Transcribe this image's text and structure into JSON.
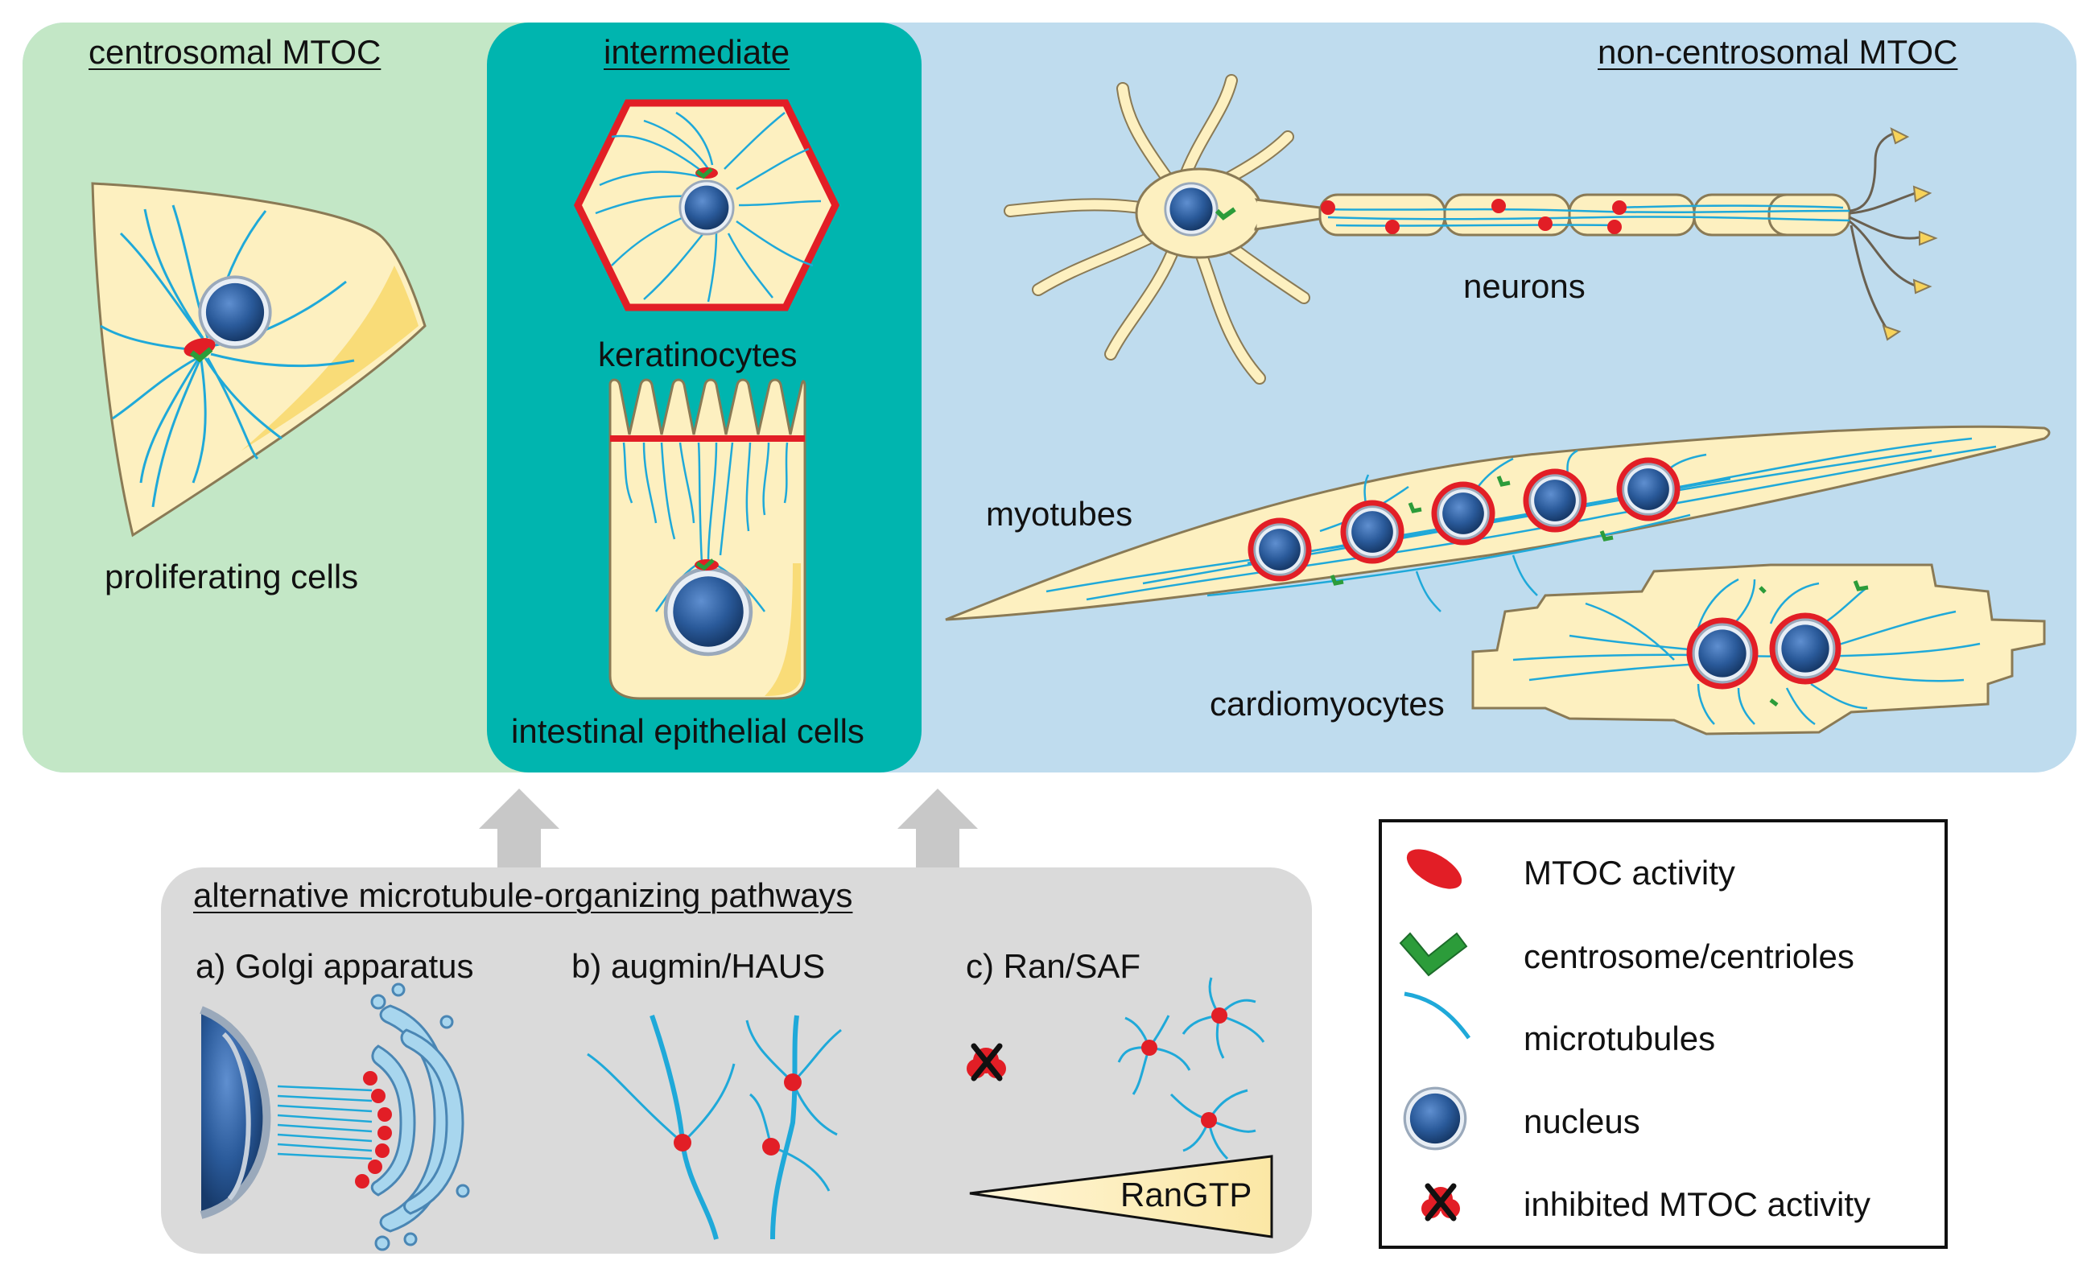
{
  "sections": {
    "centrosomal": {
      "title": "centrosomal MTOC",
      "cell_label": "proliferating cells"
    },
    "intermediate": {
      "title": "intermediate",
      "keratinocytes_label": "keratinocytes",
      "epithelial_label": "intestinal epithelial cells"
    },
    "non_centrosomal": {
      "title": "non-centrosomal MTOC",
      "neurons_label": "neurons",
      "myotubes_label": "myotubes",
      "cardiomyocytes_label": "cardiomyocytes"
    }
  },
  "pathways": {
    "title": "alternative microtubule-organizing pathways",
    "golgi_label": "a) Golgi apparatus",
    "augmin_label": "b) augmin/HAUS",
    "ran_label": "c) Ran/SAF",
    "rangtp_label": "RanGTP"
  },
  "legend": {
    "items": [
      {
        "icon": "mtoc-activity-icon",
        "label": "MTOC activity"
      },
      {
        "icon": "centrosome-icon",
        "label": "centrosome/centrioles"
      },
      {
        "icon": "microtubule-icon",
        "label": "microtubules"
      },
      {
        "icon": "nucleus-icon",
        "label": "nucleus"
      },
      {
        "icon": "inhibited-mtoc-icon",
        "label": "inhibited MTOC activity"
      }
    ]
  },
  "colors": {
    "centrosomal_bg": "#c3e7c6",
    "intermediate_bg": "#00b5af",
    "non_centrosomal_bg": "#bfdcee",
    "pathways_bg": "#dadada",
    "cell_fill": "#fdf0c0",
    "microtubule": "#1fa9d9",
    "mtoc_red": "#e21e26",
    "centrosome_green": "#2c9c3a",
    "nucleus_blue": "#2a5a9a"
  }
}
